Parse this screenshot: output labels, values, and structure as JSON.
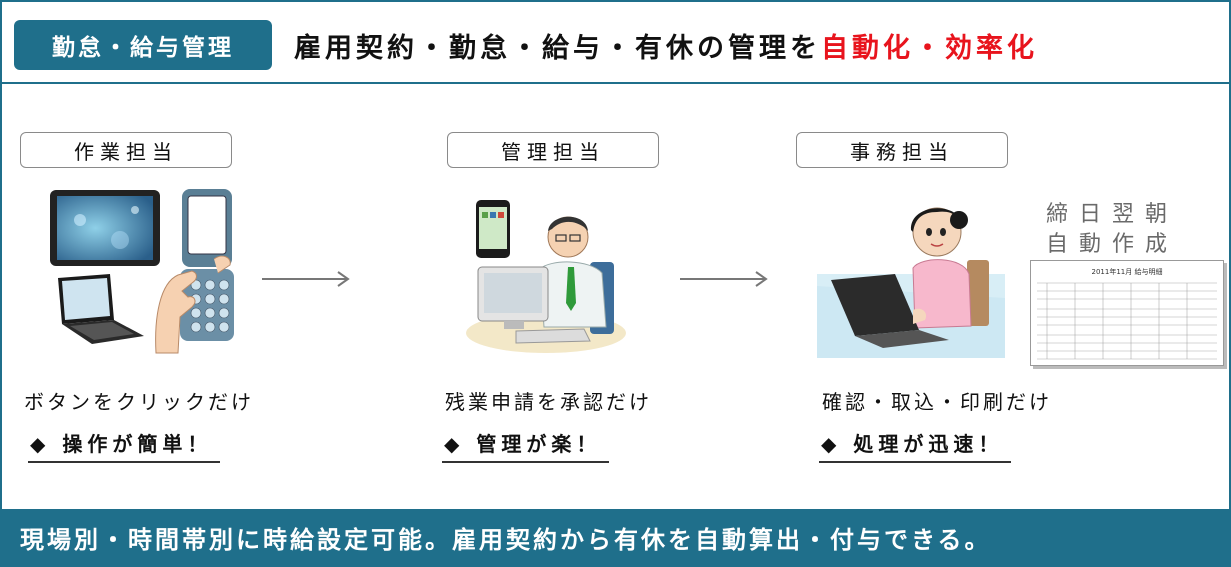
{
  "header": {
    "badge": "勤怠・給与管理",
    "headline_main": "雇用契約・勤怠・給与・有休の管理を",
    "headline_highlight": "自動化・効率化"
  },
  "roles": [
    {
      "title": "作業担当",
      "caption": "ボタンをクリックだけ",
      "benefit": "◆ 操作が簡単！"
    },
    {
      "title": "管理担当",
      "caption": "残業申請を承認だけ",
      "benefit": "◆ 管理が楽！"
    },
    {
      "title": "事務担当",
      "caption": "確認・取込・印刷だけ",
      "benefit": "◆ 処理が迅速！"
    }
  ],
  "auto_note": {
    "line1": "締日翌朝",
    "line2": "自動作成"
  },
  "document_title": "2011年11月 給与明細",
  "footer": "現場別・時間帯別に時給設定可能。雇用契約から有休を自動算出・付与できる。",
  "colors": {
    "accent": "#1f6f8b",
    "highlight": "#e8141d",
    "note": "#6a6a6a"
  }
}
